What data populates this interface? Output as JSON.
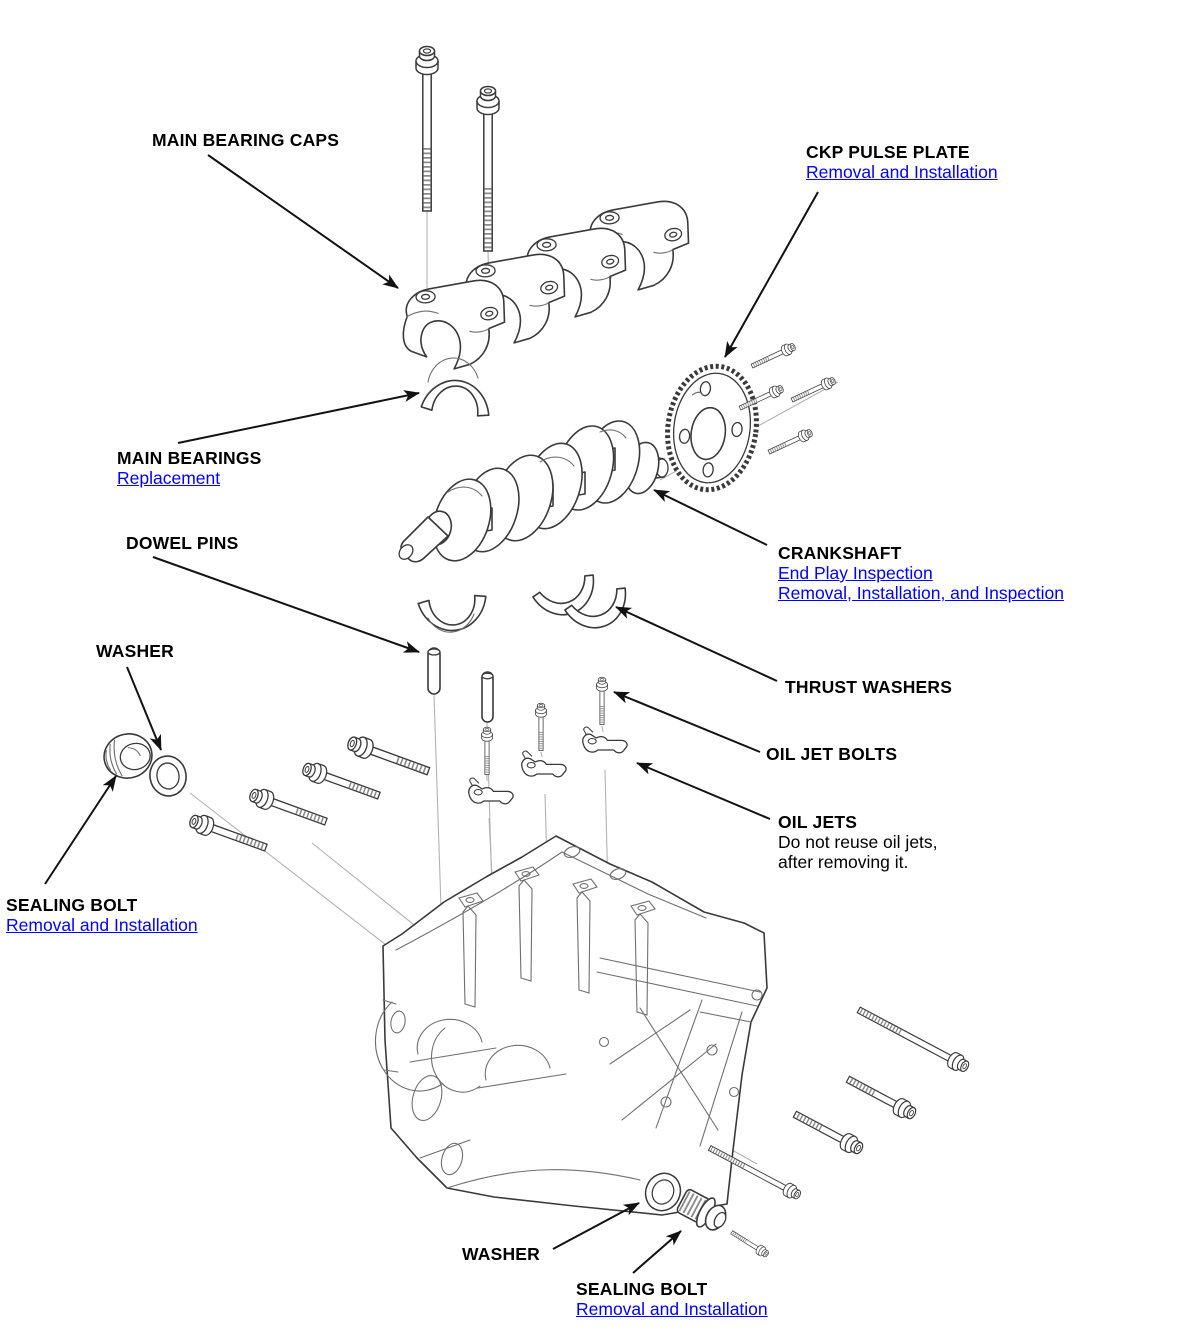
{
  "colors": {
    "background": "#ffffff",
    "line_art": "#3a3a3a",
    "label_text": "#000000",
    "link": "#0100fe",
    "arrow": "#121212"
  },
  "parts": [
    "main-bearing-cap-bolts",
    "main-bearing-caps",
    "main-bearing-upper-shell",
    "ckp-pulse-plate",
    "pulse-plate-bolts",
    "crankshaft",
    "main-bearing-lower-shell",
    "thrust-washers",
    "dowel-pins",
    "oil-jet-bolts",
    "oil-jets",
    "sealing-bolt-left",
    "washer-left",
    "block-side-bolts-left",
    "engine-block",
    "block-side-bolts-right",
    "washer-bottom",
    "sealing-bolt-bottom",
    "small-jet-bolt"
  ],
  "labels": {
    "main_bearing_caps": {
      "title": "MAIN BEARING CAPS"
    },
    "ckp_pulse_plate": {
      "title": "CKP PULSE PLATE",
      "links": [
        "Removal and Installation"
      ]
    },
    "main_bearings": {
      "title": "MAIN BEARINGS",
      "links": [
        "Replacement"
      ]
    },
    "dowel_pins": {
      "title": "DOWEL PINS"
    },
    "washer_left": {
      "title": "WASHER"
    },
    "crankshaft": {
      "title": "CRANKSHAFT",
      "links": [
        "End Play Inspection",
        "Removal, Installation, and Inspection"
      ]
    },
    "thrust_washers": {
      "title": "THRUST WASHERS"
    },
    "oil_jet_bolts": {
      "title": "OIL JET BOLTS"
    },
    "oil_jets": {
      "title": "OIL JETS",
      "note_line1": "Do not reuse oil jets,",
      "note_line2": "after removing it."
    },
    "sealing_bolt_left": {
      "title": "SEALING BOLT",
      "links": [
        "Removal and Installation"
      ]
    },
    "washer_bottom": {
      "title": "WASHER"
    },
    "sealing_bolt_bottom": {
      "title": "SEALING BOLT",
      "links": [
        "Removal and Installation"
      ]
    }
  }
}
